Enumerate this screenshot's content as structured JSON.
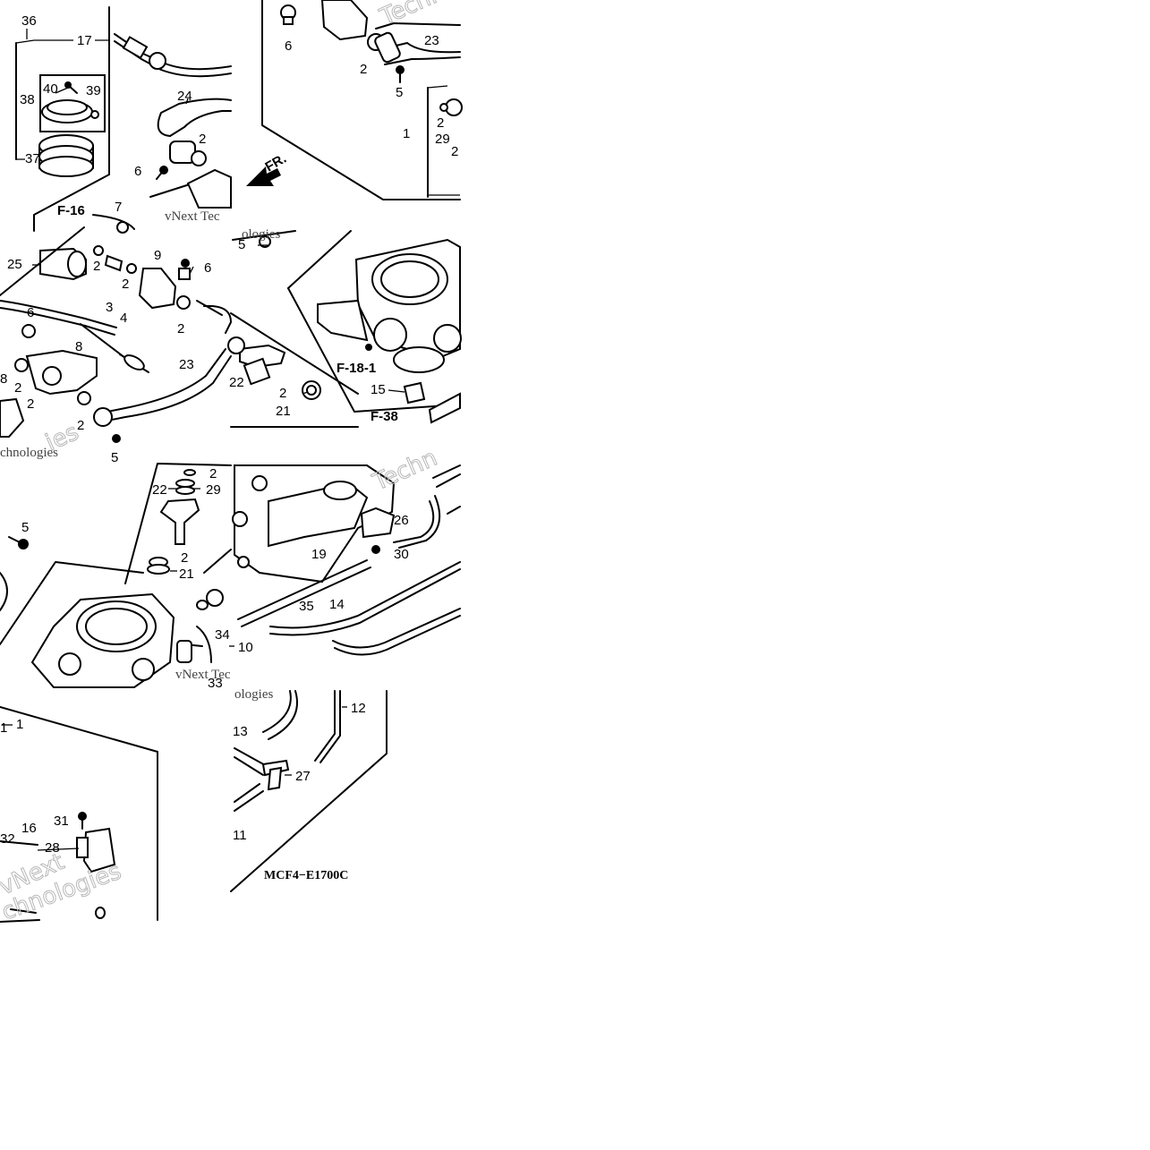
{
  "diagram": {
    "part_code": "MCF4−E1700C",
    "fr_label": "FR.",
    "refs": [
      "F-16",
      "F-18-1",
      "F-38"
    ],
    "watermarks": [
      "Techno",
      "vNext Tec",
      "ologies",
      "ies",
      "chnologies",
      "Techn",
      "vNext Tec",
      "ologies",
      "vNext",
      "chnologies"
    ],
    "callouts": [
      "36",
      "17",
      "38",
      "40",
      "39",
      "37",
      "24",
      "2",
      "6",
      "F-16",
      "7",
      "6",
      "23",
      "2",
      "5",
      "1",
      "2",
      "29",
      "2",
      "25",
      "2",
      "9",
      "6",
      "3",
      "2",
      "4",
      "2",
      "6",
      "8",
      "2",
      "23",
      "8",
      "2",
      "2",
      "5",
      "5",
      "F-18-1",
      "22",
      "2",
      "21",
      "15",
      "F-38",
      "5",
      "22",
      "2",
      "29",
      "2",
      "21",
      "1",
      "34",
      "10",
      "33",
      "26",
      "19",
      "30",
      "14",
      "35",
      "1",
      "16",
      "31",
      "32",
      "28",
      "12",
      "13",
      "27",
      "11"
    ]
  }
}
